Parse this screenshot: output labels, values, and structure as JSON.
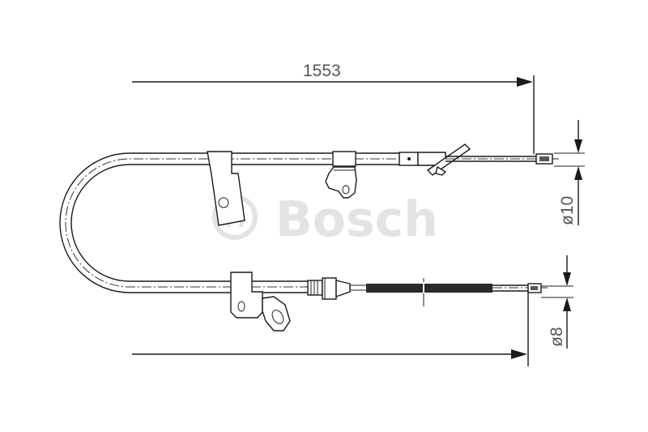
{
  "drawing": {
    "title": "Bosch handbrake cable technical drawing",
    "watermark": {
      "brand": "Bosch",
      "logo_icon": "bosch-armature-icon"
    },
    "dimensions": {
      "total_length": "1553",
      "end_diameter_top": "ø10",
      "end_diameter_bottom": "ø8"
    },
    "colors": {
      "line": "#1a1a1a",
      "dimension_text": "#555555",
      "watermark": "#e3e3e3",
      "background": "#ffffff"
    }
  }
}
